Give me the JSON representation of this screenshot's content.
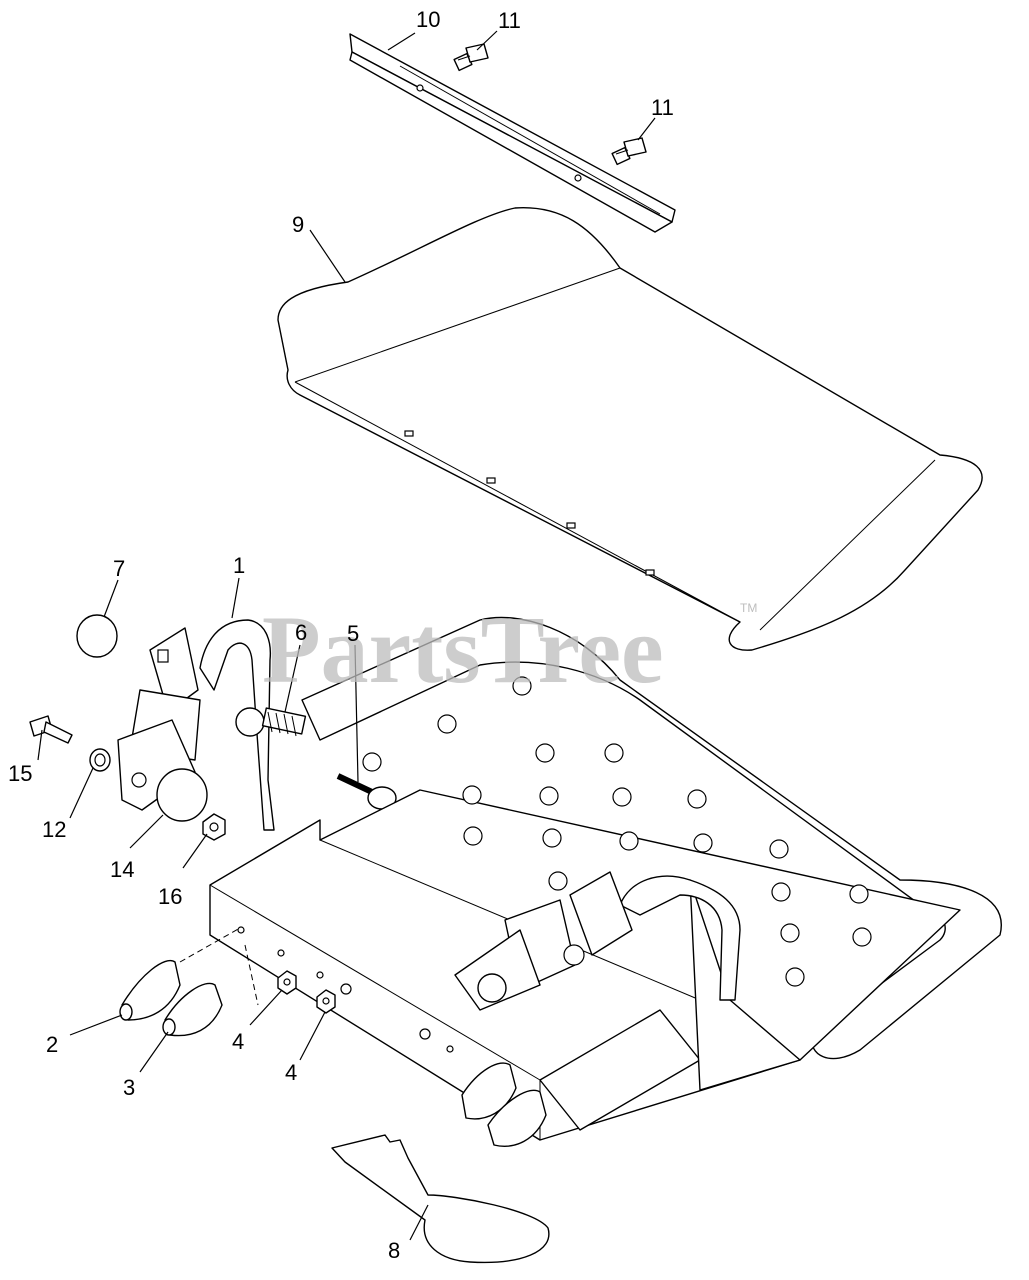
{
  "watermark": {
    "text": "PartsTree",
    "trademark": "TM"
  },
  "callouts": [
    {
      "id": "callout-10",
      "label": "10"
    },
    {
      "id": "callout-11a",
      "label": "11"
    },
    {
      "id": "callout-11b",
      "label": "11"
    },
    {
      "id": "callout-9",
      "label": "9"
    },
    {
      "id": "callout-7",
      "label": "7"
    },
    {
      "id": "callout-1",
      "label": "1"
    },
    {
      "id": "callout-6",
      "label": "6"
    },
    {
      "id": "callout-5",
      "label": "5"
    },
    {
      "id": "callout-15",
      "label": "15"
    },
    {
      "id": "callout-12",
      "label": "12"
    },
    {
      "id": "callout-14",
      "label": "14"
    },
    {
      "id": "callout-16",
      "label": "16"
    },
    {
      "id": "callout-2",
      "label": "2"
    },
    {
      "id": "callout-3",
      "label": "3"
    },
    {
      "id": "callout-4a",
      "label": "4"
    },
    {
      "id": "callout-4b",
      "label": "4"
    },
    {
      "id": "callout-8",
      "label": "8"
    }
  ]
}
